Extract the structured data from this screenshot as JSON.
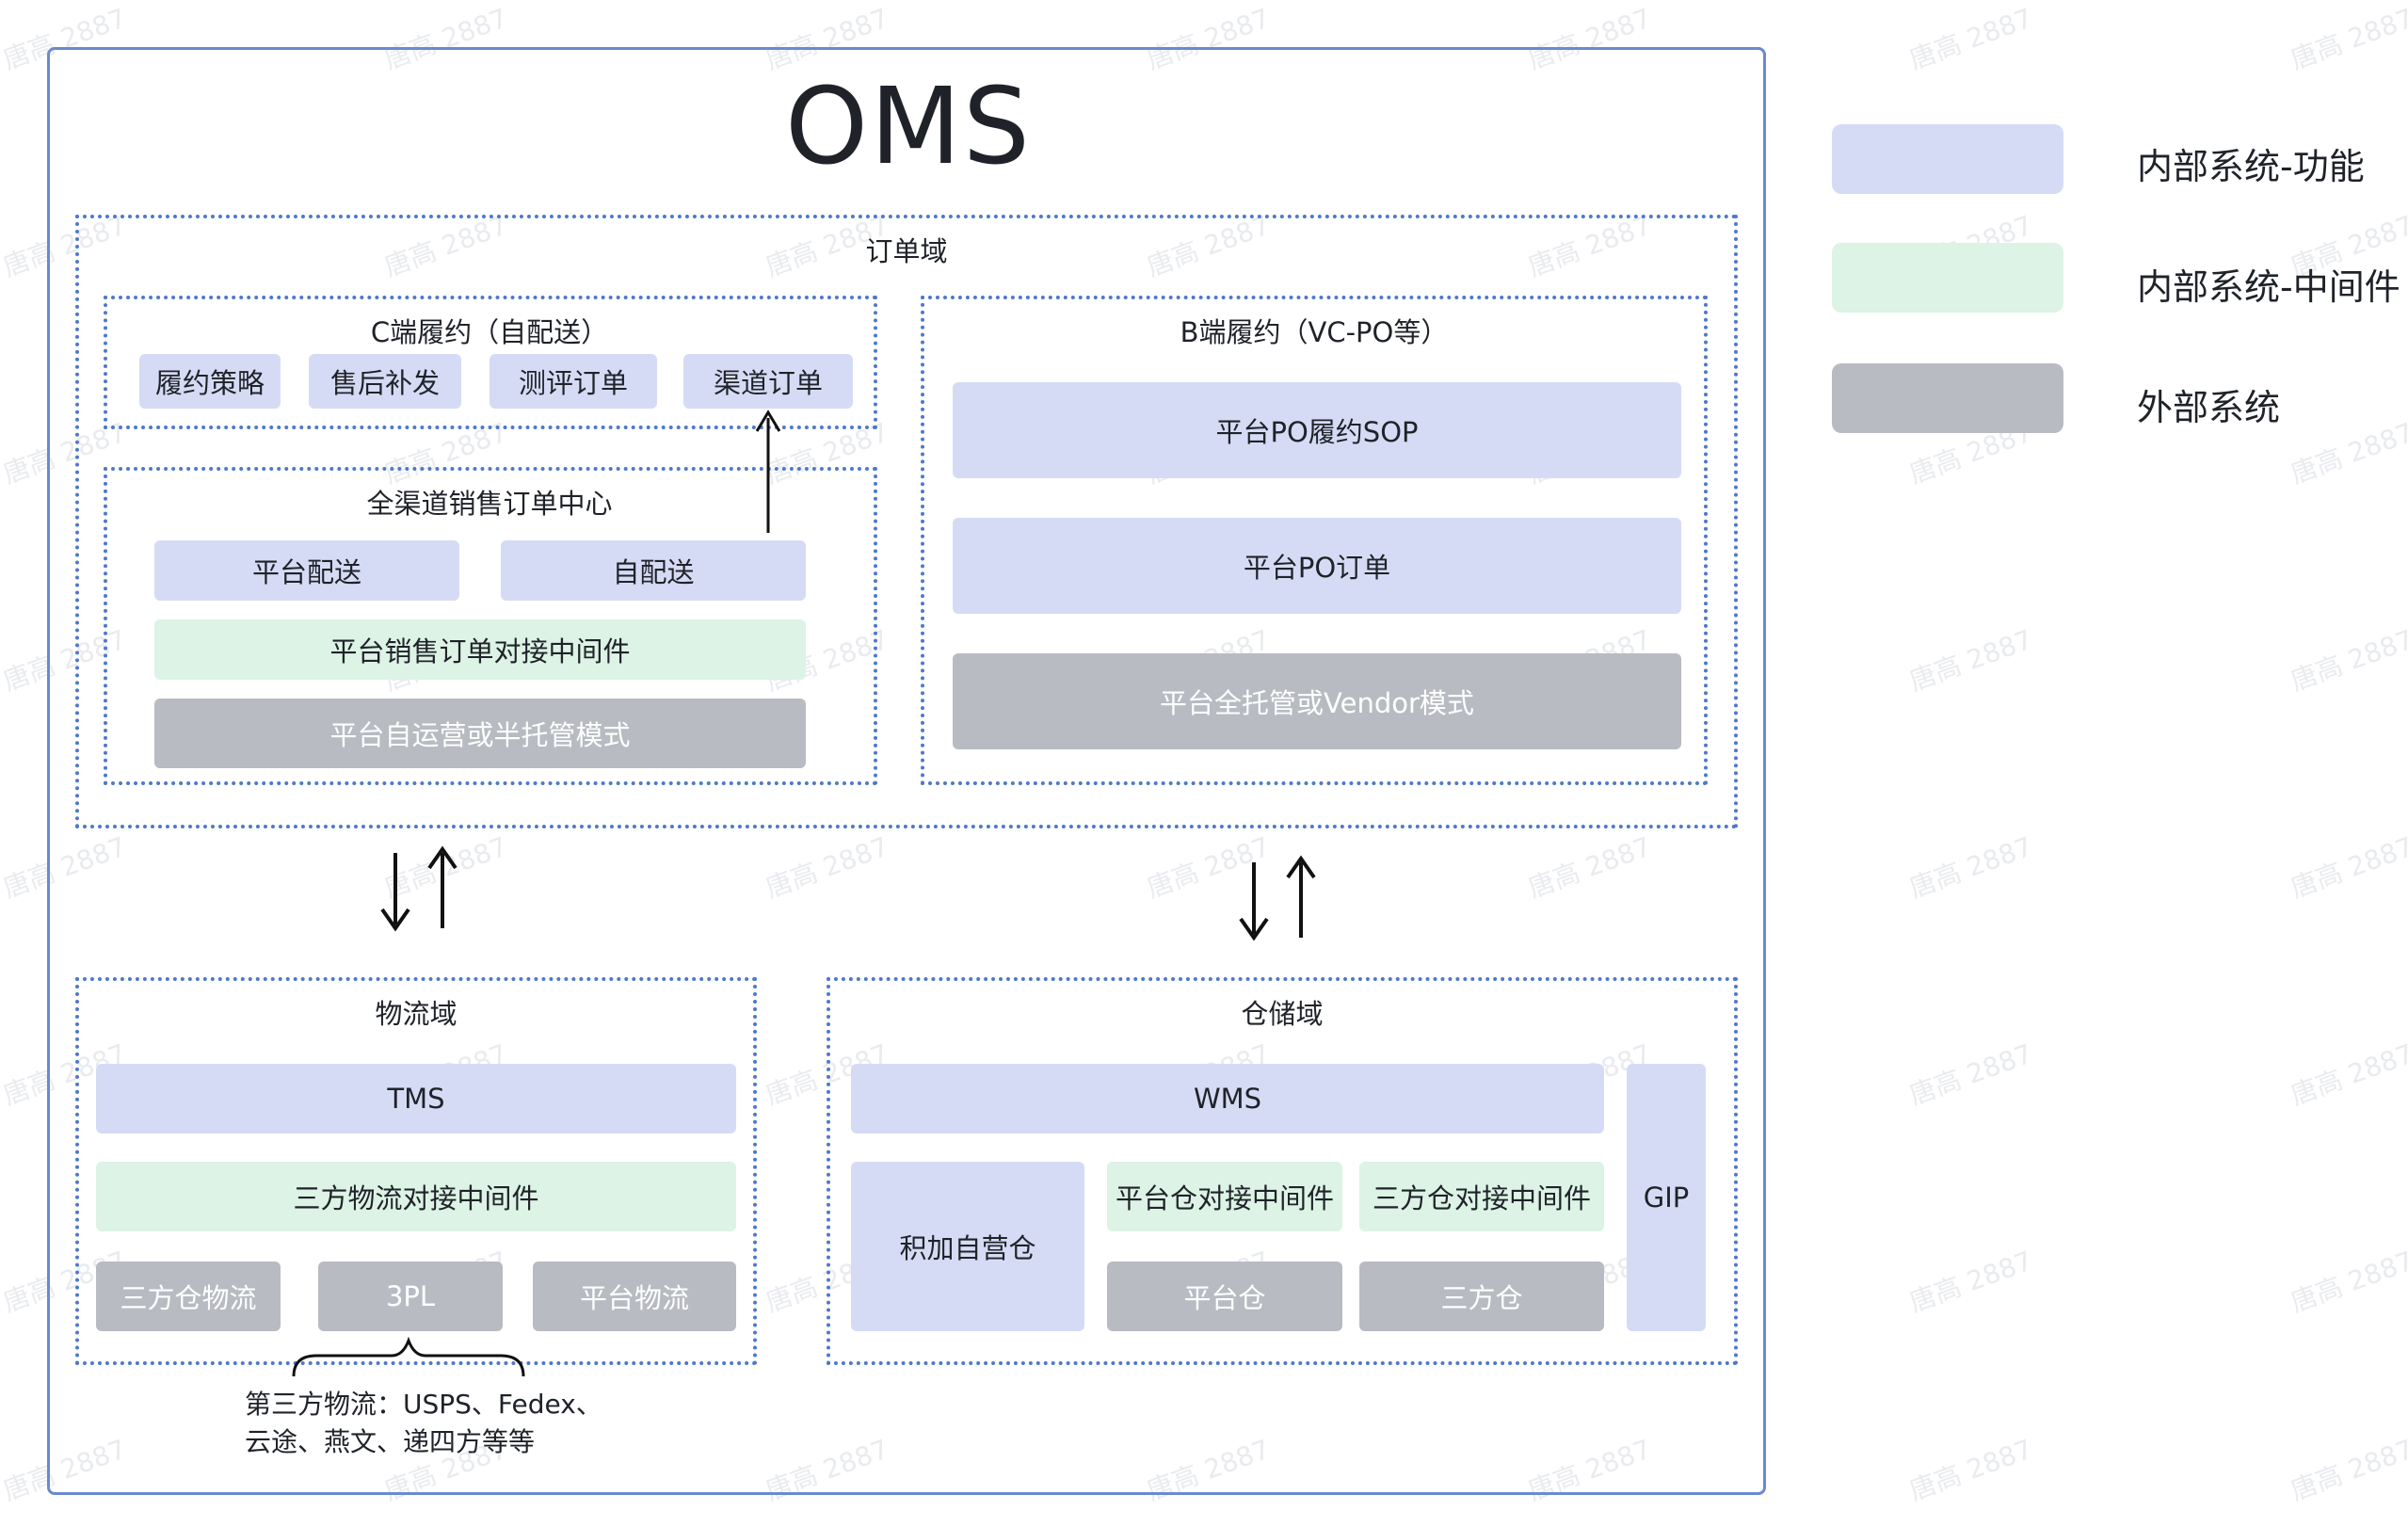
{
  "title": "OMS",
  "watermark": "唐高 2887",
  "colors": {
    "function": "#d6dbf5",
    "middleware": "#dcf3e5",
    "external": "#b8bbc1",
    "frame": "#6a8ad0",
    "dotted": "#4e79c9"
  },
  "legend": [
    {
      "label": "内部系统-功能",
      "color": "#d6dbf5"
    },
    {
      "label": "内部系统-中间件",
      "color": "#dcf3e5"
    },
    {
      "label": "外部系统",
      "color": "#b8bbc1"
    }
  ],
  "order_domain": {
    "label": "订单域",
    "c_fulfillment": {
      "label": "C端履约（自配送）",
      "items": [
        "履约策略",
        "售后补发",
        "测评订单",
        "渠道订单"
      ]
    },
    "omni_center": {
      "label": "全渠道销售订单中心",
      "platform_delivery": "平台配送",
      "self_delivery": "自配送",
      "middleware": "平台销售订单对接中间件",
      "external": "平台自运营或半托管模式"
    },
    "b_fulfillment": {
      "label": "B端履约（VC-PO等）",
      "sop": "平台PO履约SOP",
      "po_order": "平台PO订单",
      "external": "平台全托管或Vendor模式"
    }
  },
  "logistics_domain": {
    "label": "物流域",
    "tms": "TMS",
    "middleware": "三方物流对接中间件",
    "externals": [
      "三方仓物流",
      "3PL",
      "平台物流"
    ],
    "note_line1": "第三方物流：USPS、Fedex、",
    "note_line2": "云途、燕文、递四方等等"
  },
  "warehouse_domain": {
    "label": "仓储域",
    "wms": "WMS",
    "self_warehouse": "积加自营仓",
    "platform_wh_middleware": "平台仓对接中间件",
    "third_wh_middleware": "三方仓对接中间件",
    "platform_wh": "平台仓",
    "third_wh": "三方仓",
    "gip": "GIP"
  }
}
